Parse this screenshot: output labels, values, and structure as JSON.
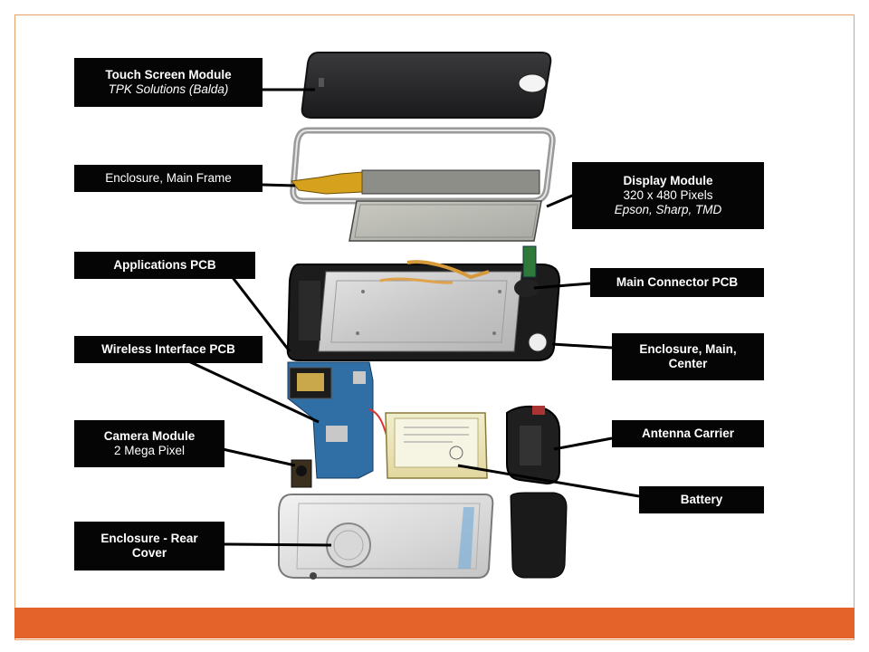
{
  "labels": {
    "touch_screen": {
      "line1": "Touch Screen Module",
      "line2": "TPK Solutions (Balda)"
    },
    "enclosure_main_frame": {
      "line1": "Enclosure, Main Frame"
    },
    "display_module": {
      "line1": "Display Module",
      "line2": "320 x 480 Pixels",
      "line3": "Epson, Sharp, TMD"
    },
    "applications_pcb": {
      "line1": "Applications PCB"
    },
    "main_connector_pcb": {
      "line1": "Main Connector PCB"
    },
    "wireless_interface_pcb": {
      "line1": "Wireless Interface PCB"
    },
    "enclosure_main_center": {
      "line1": "Enclosure, Main,",
      "line2": "Center"
    },
    "camera_module": {
      "line1": "Camera Module",
      "line2": "2 Mega Pixel"
    },
    "antenna_carrier": {
      "line1": "Antenna Carrier"
    },
    "battery": {
      "line1": "Battery"
    },
    "enclosure_rear_cover": {
      "line1": "Enclosure - Rear",
      "line2": "Cover"
    }
  },
  "colors": {
    "footer": "#e4632a",
    "frame_border": "#e8a06a",
    "label_bg": "#050505"
  }
}
